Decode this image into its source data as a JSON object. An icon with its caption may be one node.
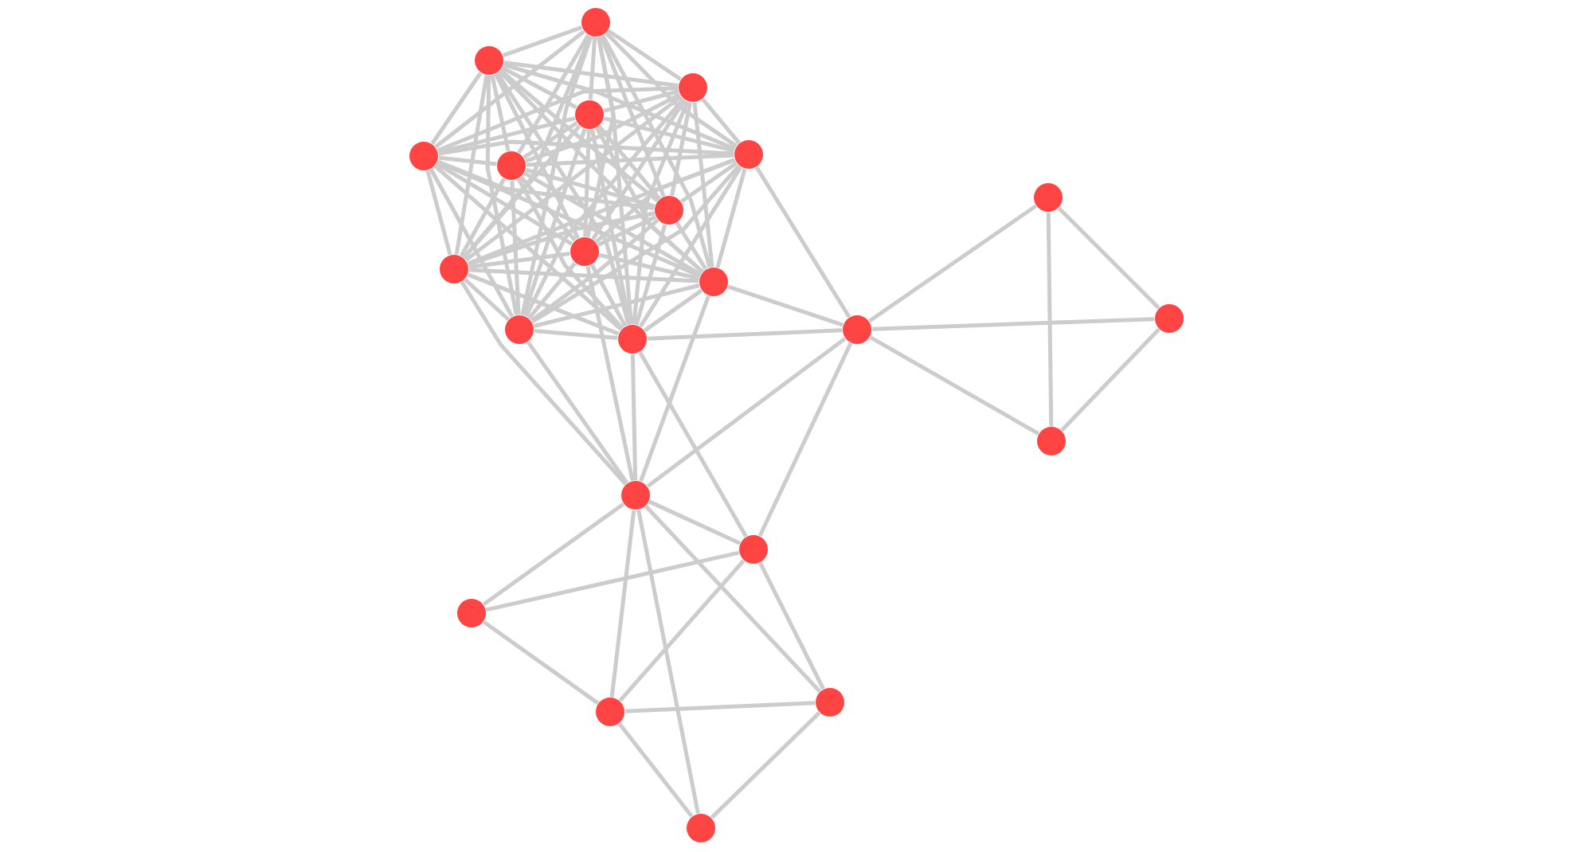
{
  "diagram": {
    "nodes": [
      {
        "text": [],
        "shape": "circle"
      },
      {
        "text": [],
        "shape": "circle"
      },
      {
        "text": [],
        "shape": "circle"
      },
      {
        "text": [],
        "shape": "circle"
      },
      {
        "text": [],
        "shape": "circle"
      },
      {
        "text": [],
        "shape": "circle"
      },
      {
        "text": [],
        "shape": "circle"
      },
      {
        "text": [],
        "shape": "circle"
      },
      {
        "text": [],
        "shape": "circle"
      },
      {
        "text": [],
        "shape": "circle"
      },
      {
        "text": [],
        "shape": "circle"
      },
      {
        "text": [],
        "shape": "circle"
      },
      {
        "text": [],
        "shape": "circle"
      },
      {
        "text": [],
        "shape": "circle"
      },
      {
        "text": [],
        "shape": "circle"
      },
      {
        "text": [],
        "shape": "circle"
      },
      {
        "text": [],
        "shape": "circle"
      },
      {
        "text": [],
        "shape": "circle"
      },
      {
        "text": [],
        "shape": "circle"
      },
      {
        "text": [],
        "shape": "circle"
      },
      {
        "text": [],
        "shape": "circle"
      },
      {
        "text": [],
        "shape": "circle"
      },
      {
        "text": [],
        "shape": "circle"
      }
    ],
    "edges": [
      {
        "from": 0,
        "to": 1,
        "arrow": "none"
      },
      {
        "from": 0,
        "to": 2,
        "arrow": "none"
      },
      {
        "from": 0,
        "to": 3,
        "arrow": "none"
      },
      {
        "from": 0,
        "to": 4,
        "arrow": "none"
      },
      {
        "from": 0,
        "to": 5,
        "arrow": "none"
      },
      {
        "from": 0,
        "to": 6,
        "arrow": "none"
      },
      {
        "from": 0,
        "to": 8,
        "arrow": "none"
      },
      {
        "from": 0,
        "to": 9,
        "arrow": "none"
      },
      {
        "from": 0,
        "to": 10,
        "arrow": "none"
      },
      {
        "from": 0,
        "to": 11,
        "arrow": "none"
      },
      {
        "from": 0,
        "to": 13,
        "arrow": "none"
      },
      {
        "from": 0,
        "to": 15,
        "arrow": "none"
      },
      {
        "from": 1,
        "to": 2,
        "arrow": "none"
      },
      {
        "from": 1,
        "to": 3,
        "arrow": "none"
      },
      {
        "from": 1,
        "to": 4,
        "arrow": "none"
      },
      {
        "from": 1,
        "to": 5,
        "arrow": "none"
      },
      {
        "from": 1,
        "to": 6,
        "arrow": "none"
      },
      {
        "from": 1,
        "to": 8,
        "arrow": "none"
      },
      {
        "from": 1,
        "to": 9,
        "arrow": "none"
      },
      {
        "from": 1,
        "to": 10,
        "arrow": "none"
      },
      {
        "from": 1,
        "to": 11,
        "arrow": "none"
      },
      {
        "from": 1,
        "to": 13,
        "arrow": "none"
      },
      {
        "from": 1,
        "to": 15,
        "arrow": "none"
      },
      {
        "from": 2,
        "to": 3,
        "arrow": "none"
      },
      {
        "from": 2,
        "to": 4,
        "arrow": "none"
      },
      {
        "from": 2,
        "to": 5,
        "arrow": "none"
      },
      {
        "from": 2,
        "to": 6,
        "arrow": "none"
      },
      {
        "from": 2,
        "to": 8,
        "arrow": "none"
      },
      {
        "from": 2,
        "to": 9,
        "arrow": "none"
      },
      {
        "from": 2,
        "to": 10,
        "arrow": "none"
      },
      {
        "from": 2,
        "to": 11,
        "arrow": "none"
      },
      {
        "from": 2,
        "to": 13,
        "arrow": "none"
      },
      {
        "from": 2,
        "to": 15,
        "arrow": "none"
      },
      {
        "from": 3,
        "to": 4,
        "arrow": "none"
      },
      {
        "from": 3,
        "to": 5,
        "arrow": "none"
      },
      {
        "from": 3,
        "to": 6,
        "arrow": "none"
      },
      {
        "from": 3,
        "to": 8,
        "arrow": "none"
      },
      {
        "from": 3,
        "to": 9,
        "arrow": "none"
      },
      {
        "from": 3,
        "to": 10,
        "arrow": "none"
      },
      {
        "from": 3,
        "to": 11,
        "arrow": "none"
      },
      {
        "from": 3,
        "to": 13,
        "arrow": "none"
      },
      {
        "from": 3,
        "to": 15,
        "arrow": "none"
      },
      {
        "from": 4,
        "to": 5,
        "arrow": "none"
      },
      {
        "from": 4,
        "to": 6,
        "arrow": "none"
      },
      {
        "from": 4,
        "to": 8,
        "arrow": "none"
      },
      {
        "from": 4,
        "to": 9,
        "arrow": "none"
      },
      {
        "from": 4,
        "to": 10,
        "arrow": "none"
      },
      {
        "from": 4,
        "to": 11,
        "arrow": "none"
      },
      {
        "from": 4,
        "to": 13,
        "arrow": "none"
      },
      {
        "from": 4,
        "to": 15,
        "arrow": "none"
      },
      {
        "from": 5,
        "to": 6,
        "arrow": "none"
      },
      {
        "from": 5,
        "to": 8,
        "arrow": "none"
      },
      {
        "from": 5,
        "to": 9,
        "arrow": "none"
      },
      {
        "from": 5,
        "to": 10,
        "arrow": "none"
      },
      {
        "from": 5,
        "to": 11,
        "arrow": "none"
      },
      {
        "from": 5,
        "to": 13,
        "arrow": "none"
      },
      {
        "from": 5,
        "to": 15,
        "arrow": "none"
      },
      {
        "from": 6,
        "to": 8,
        "arrow": "none"
      },
      {
        "from": 6,
        "to": 9,
        "arrow": "none"
      },
      {
        "from": 6,
        "to": 10,
        "arrow": "none"
      },
      {
        "from": 6,
        "to": 11,
        "arrow": "none"
      },
      {
        "from": 6,
        "to": 13,
        "arrow": "none"
      },
      {
        "from": 6,
        "to": 15,
        "arrow": "none"
      },
      {
        "from": 8,
        "to": 9,
        "arrow": "none"
      },
      {
        "from": 8,
        "to": 10,
        "arrow": "none"
      },
      {
        "from": 8,
        "to": 11,
        "arrow": "none"
      },
      {
        "from": 8,
        "to": 13,
        "arrow": "none"
      },
      {
        "from": 8,
        "to": 15,
        "arrow": "none"
      },
      {
        "from": 9,
        "to": 10,
        "arrow": "none"
      },
      {
        "from": 9,
        "to": 11,
        "arrow": "none"
      },
      {
        "from": 9,
        "to": 13,
        "arrow": "none"
      },
      {
        "from": 9,
        "to": 15,
        "arrow": "none"
      },
      {
        "from": 10,
        "to": 11,
        "arrow": "none"
      },
      {
        "from": 10,
        "to": 13,
        "arrow": "none"
      },
      {
        "from": 10,
        "to": 15,
        "arrow": "none"
      },
      {
        "from": 11,
        "to": 13,
        "arrow": "none"
      },
      {
        "from": 11,
        "to": 15,
        "arrow": "none"
      },
      {
        "from": 13,
        "to": 15,
        "arrow": "none"
      },
      {
        "from": 5,
        "to": 14,
        "arrow": "none"
      },
      {
        "from": 11,
        "to": 14,
        "arrow": "none"
      },
      {
        "from": 15,
        "to": 14,
        "arrow": "none"
      },
      {
        "from": 14,
        "to": 7,
        "arrow": "none"
      },
      {
        "from": 14,
        "to": 12,
        "arrow": "none"
      },
      {
        "from": 14,
        "to": 16,
        "arrow": "none"
      },
      {
        "from": 7,
        "to": 12,
        "arrow": "none"
      },
      {
        "from": 7,
        "to": 16,
        "arrow": "none"
      },
      {
        "from": 12,
        "to": 16,
        "arrow": "none"
      },
      {
        "from": 14,
        "to": 17,
        "arrow": "none"
      },
      {
        "from": 14,
        "to": 18,
        "arrow": "none"
      },
      {
        "from": 10,
        "to": 17,
        "arrow": "none"
      },
      {
        "from": 13,
        "to": 17,
        "arrow": "none"
      },
      {
        "from": 9,
        "to": 17,
        "arrow": "none"
      },
      {
        "from": 15,
        "to": 17,
        "arrow": "none"
      },
      {
        "from": 11,
        "to": 17,
        "arrow": "none"
      },
      {
        "from": 15,
        "to": 18,
        "arrow": "none"
      },
      {
        "from": 17,
        "to": 18,
        "arrow": "none"
      },
      {
        "from": 17,
        "to": 19,
        "arrow": "none"
      },
      {
        "from": 17,
        "to": 21,
        "arrow": "none"
      },
      {
        "from": 17,
        "to": 22,
        "arrow": "none"
      },
      {
        "from": 17,
        "to": 20,
        "arrow": "none"
      },
      {
        "from": 18,
        "to": 19,
        "arrow": "none"
      },
      {
        "from": 18,
        "to": 21,
        "arrow": "none"
      },
      {
        "from": 18,
        "to": 20,
        "arrow": "none"
      },
      {
        "from": 19,
        "to": 21,
        "arrow": "none"
      },
      {
        "from": 21,
        "to": 20,
        "arrow": "none"
      },
      {
        "from": 21,
        "to": 22,
        "arrow": "none"
      },
      {
        "from": 20,
        "to": 22,
        "arrow": "none"
      }
    ]
  }
}
